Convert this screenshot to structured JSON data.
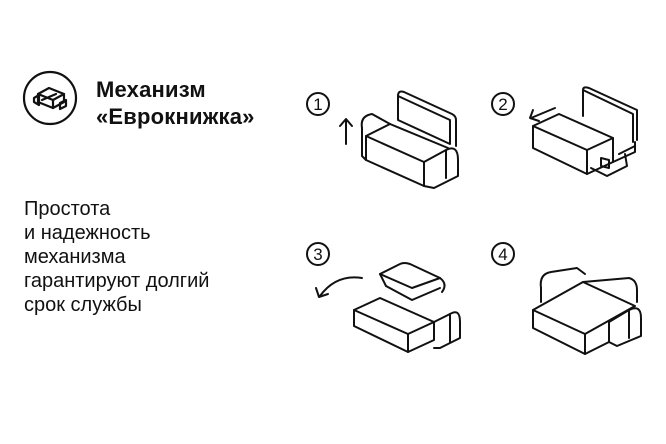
{
  "title": "Механизм\n«Еврокнижка»",
  "description": "Простота\nи надежность\nмеханизма\nгарантируют долгий\nсрок службы",
  "logo_icon": "sofa-icon",
  "steps": [
    {
      "number": "1",
      "icon": "sofa-folded-icon"
    },
    {
      "number": "2",
      "icon": "sofa-seat-pulled-icon"
    },
    {
      "number": "3",
      "icon": "sofa-back-lowering-icon"
    },
    {
      "number": "4",
      "icon": "sofa-bed-icon"
    }
  ],
  "colors": {
    "stroke": "#111111",
    "background": "#ffffff"
  }
}
